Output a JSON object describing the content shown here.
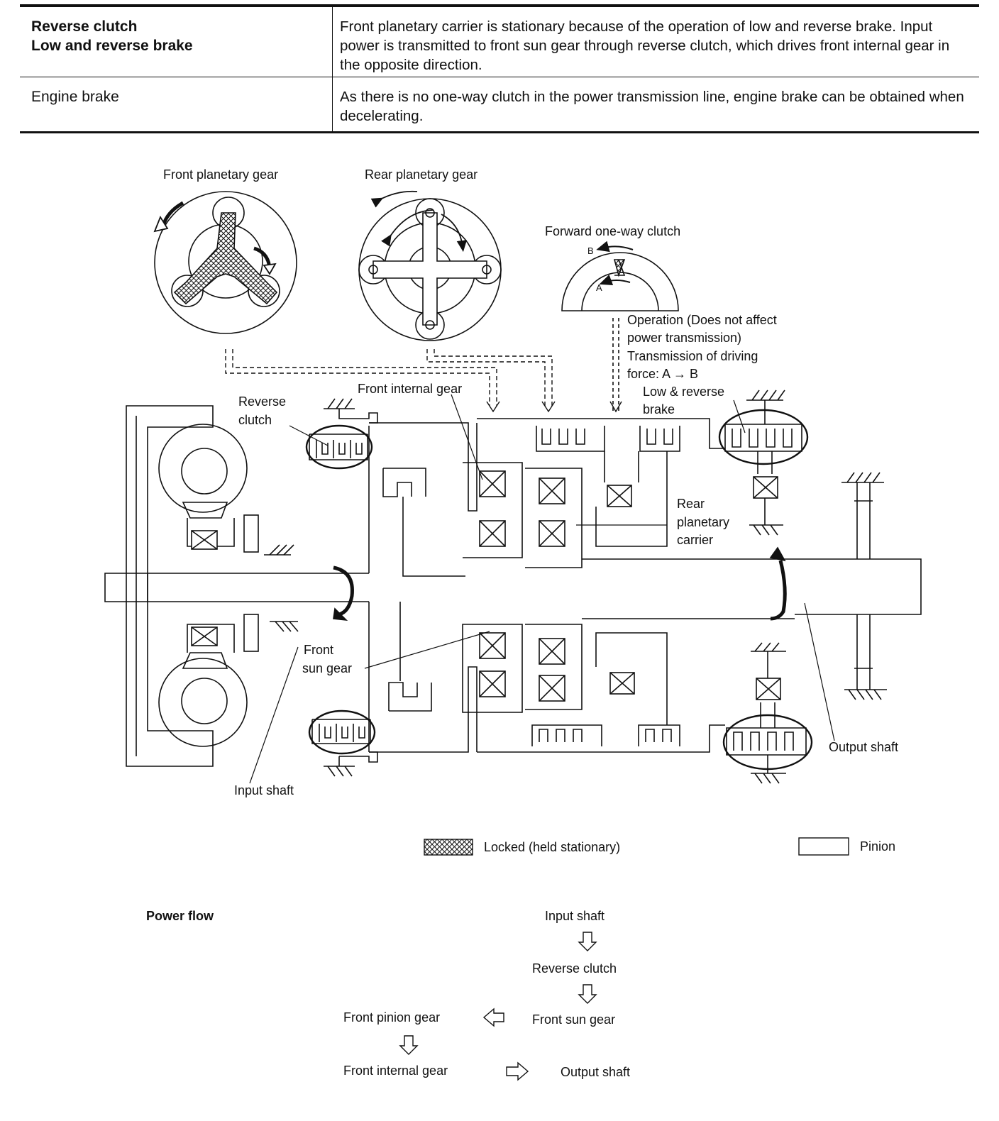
{
  "table": {
    "rows": [
      {
        "left_line1": "Reverse clutch",
        "left_line2": "Low and reverse brake",
        "right": "Front planetary carrier is stationary because of the operation of low and reverse brake. Input power is transmitted to front sun gear through reverse clutch, which drives front internal gear in the opposite direction."
      },
      {
        "left_line1": "Engine brake",
        "right": "As there is no one-way clutch in the power transmission line, engine brake can be obtained when decelerating."
      }
    ]
  },
  "diagram": {
    "labels": {
      "front_planetary_gear": "Front planetary gear",
      "rear_planetary_gear": "Rear planetary gear",
      "forward_one_way_clutch": "Forward one-way clutch",
      "letter_a": "A",
      "letter_b": "B",
      "operation_line1": "Operation (Does not affect",
      "operation_line2": "power transmission)",
      "operation_line3": "Transmission of driving",
      "operation_line4": "force: A → B",
      "reverse_clutch_line1": "Reverse",
      "reverse_clutch_line2": "clutch",
      "front_internal_gear": "Front internal gear",
      "low_reverse_line1": "Low & reverse",
      "low_reverse_line2": "brake",
      "rear_carrier_line1": "Rear",
      "rear_carrier_line2": "planetary",
      "rear_carrier_line3": "carrier",
      "front_sun_line1": "Front",
      "front_sun_line2": "sun gear",
      "output_shaft": "Output shaft",
      "input_shaft": "Input shaft"
    },
    "legend": {
      "locked": "Locked (held stationary)",
      "pinion": "Pinion"
    }
  },
  "power_flow": {
    "title": "Power flow",
    "input_shaft": "Input shaft",
    "reverse_clutch": "Reverse clutch",
    "front_sun_gear": "Front sun gear",
    "front_pinion_gear": "Front pinion gear",
    "front_internal_gear": "Front internal gear",
    "output_shaft": "Output shaft"
  }
}
